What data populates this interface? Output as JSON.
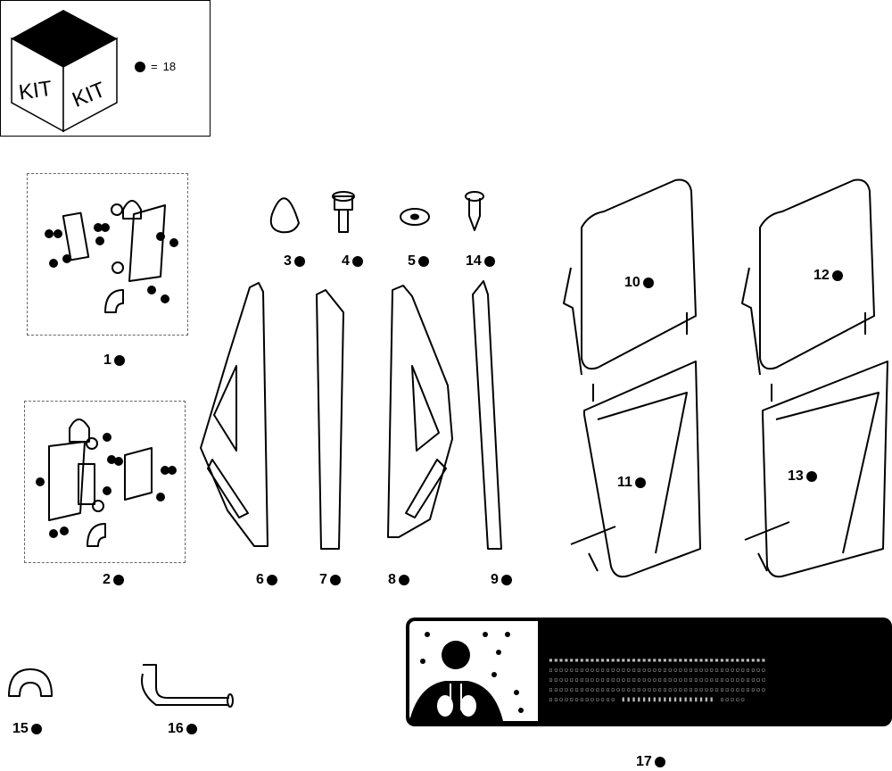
{
  "kit": {
    "face_left": "KIT",
    "face_right": "KIT",
    "equals": "=",
    "count": "18"
  },
  "callouts": [
    {
      "num": "1"
    },
    {
      "num": "2"
    },
    {
      "num": "3"
    },
    {
      "num": "4"
    },
    {
      "num": "5"
    },
    {
      "num": "14"
    },
    {
      "num": "6"
    },
    {
      "num": "7"
    },
    {
      "num": "8"
    },
    {
      "num": "9"
    },
    {
      "num": "10"
    },
    {
      "num": "11"
    },
    {
      "num": "12"
    },
    {
      "num": "13"
    },
    {
      "num": "15"
    },
    {
      "num": "16"
    },
    {
      "num": "17"
    }
  ],
  "colors": {
    "ink": "#000000",
    "paper": "#ffffff"
  }
}
